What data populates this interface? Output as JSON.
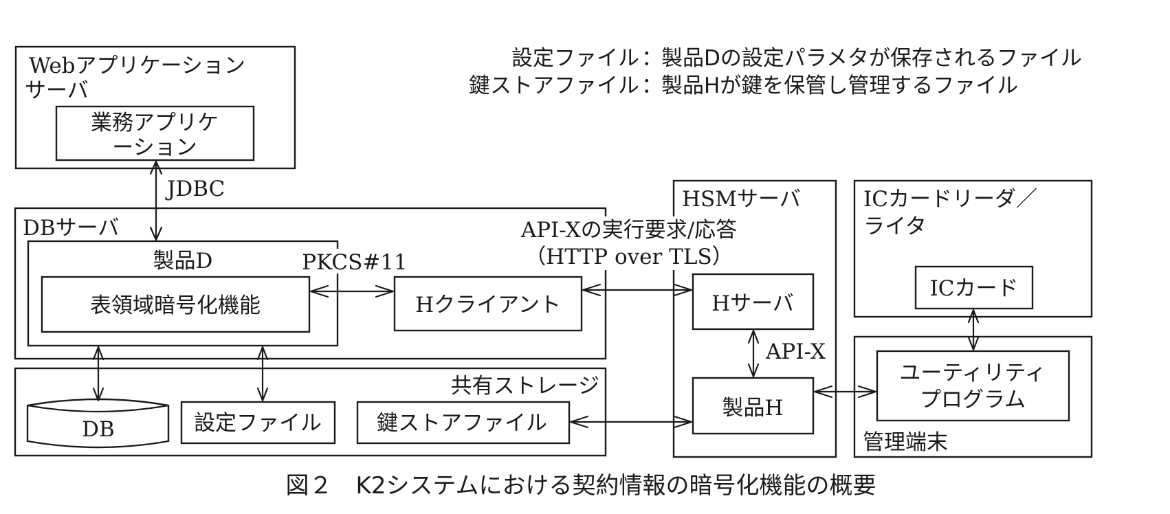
{
  "legend": [
    {
      "term": "設定ファイル",
      "sep": "：",
      "desc": "製品Dの設定パラメタが保存されるファイル"
    },
    {
      "term": "鍵ストアファイル",
      "sep": "：",
      "desc": "製品Hが鍵を保管し管理するファイル"
    }
  ],
  "nodes": {
    "web_server": {
      "label_line1": "Webアプリケーション",
      "label_line2": "サーバ"
    },
    "business_app": {
      "label_line1": "業務アプリケ",
      "label_line2": "ーション"
    },
    "db_server": {
      "label": "DBサーバ"
    },
    "product_d": {
      "label": "製品D"
    },
    "table_encryption": {
      "label": "表領域暗号化機能"
    },
    "h_client": {
      "label": "Hクライアント"
    },
    "shared_storage": {
      "label": "共有ストレージ"
    },
    "db": {
      "label": "DB"
    },
    "config_file": {
      "label": "設定ファイル"
    },
    "keystore_file": {
      "label": "鍵ストアファイル"
    },
    "hsm_server": {
      "label": "HSMサーバ"
    },
    "h_server": {
      "label": "Hサーバ"
    },
    "product_h": {
      "label": "製品H"
    },
    "ic_reader": {
      "label_line1": "ICカードリーダ／",
      "label_line2": "ライタ"
    },
    "ic_card": {
      "label": "ICカード"
    },
    "admin_terminal": {
      "label": "管理端末"
    },
    "utility_program": {
      "label_line1": "ユーティリティ",
      "label_line2": "プログラム"
    }
  },
  "edges": {
    "jdbc": {
      "from": "business_app",
      "to": "product_d",
      "label": "JDBC",
      "direction": "bidirectional"
    },
    "pkcs11": {
      "from": "table_encryption",
      "to": "h_client",
      "label": "PKCS#11",
      "direction": "bidirectional"
    },
    "api_x_request": {
      "from": "h_client",
      "to": "h_server",
      "label_line1": "API-Xの実行要求/応答",
      "label_line2": "（HTTP over TLS）",
      "direction": "bidirectional"
    },
    "api_x": {
      "from": "h_server",
      "to": "product_h",
      "label": "API-X",
      "direction": "bidirectional"
    },
    "encryption_db": {
      "from": "product_d",
      "to": "db",
      "direction": "bidirectional"
    },
    "product_d_config": {
      "from": "product_d",
      "to": "config_file",
      "direction": "bidirectional"
    },
    "keystore_product_h": {
      "from": "keystore_file",
      "to": "product_h",
      "direction": "bidirectional"
    },
    "product_h_utility": {
      "from": "product_h",
      "to": "utility_program",
      "direction": "bidirectional"
    },
    "ic_card_utility": {
      "from": "ic_card",
      "to": "utility_program",
      "direction": "bidirectional"
    }
  },
  "caption": "図２　K2システムにおける契約情報の暗号化機能の概要"
}
